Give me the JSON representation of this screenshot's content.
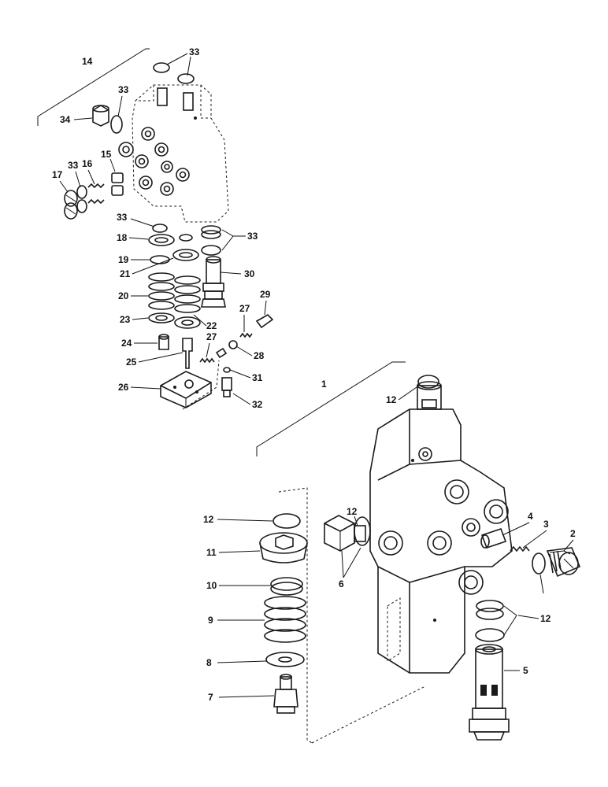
{
  "callouts": {
    "c1": "1",
    "c2": "2",
    "c3": "3",
    "c4": "4",
    "c5": "5",
    "c6": "6",
    "c7": "7",
    "c8": "8",
    "c9": "9",
    "c10": "10",
    "c11": "11",
    "c12": "12",
    "c14": "14",
    "c15": "15",
    "c16": "16",
    "c17": "17",
    "c18": "18",
    "c19": "19",
    "c20": "20",
    "c21": "21",
    "c22": "22",
    "c23": "23",
    "c24": "24",
    "c25": "25",
    "c26": "26",
    "c27": "27",
    "c28": "28",
    "c29": "29",
    "c30": "30",
    "c31": "31",
    "c32": "32",
    "c33": "33",
    "c34": "34"
  }
}
